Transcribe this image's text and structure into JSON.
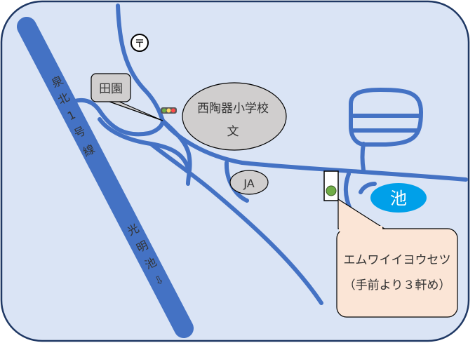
{
  "map": {
    "labels": {
      "route_top": "泉北1号線",
      "route_bottom": "光明池⇩",
      "denen": "田園",
      "school_name": "西陶器小学校",
      "school_mark": "文",
      "ja": "JA",
      "pond": "池",
      "post_office_symbol": "〒",
      "callout_line1": "エムワイイヨウセツ",
      "callout_line2": "（手前より３軒め）"
    },
    "colors": {
      "background": "#dae4f5",
      "road": "#4472c4",
      "frame": "#1f3864",
      "gray_label": "#d0cece",
      "pond": "#00a0e9",
      "callout": "#fbe5d6",
      "marker": "#70ad47"
    }
  }
}
